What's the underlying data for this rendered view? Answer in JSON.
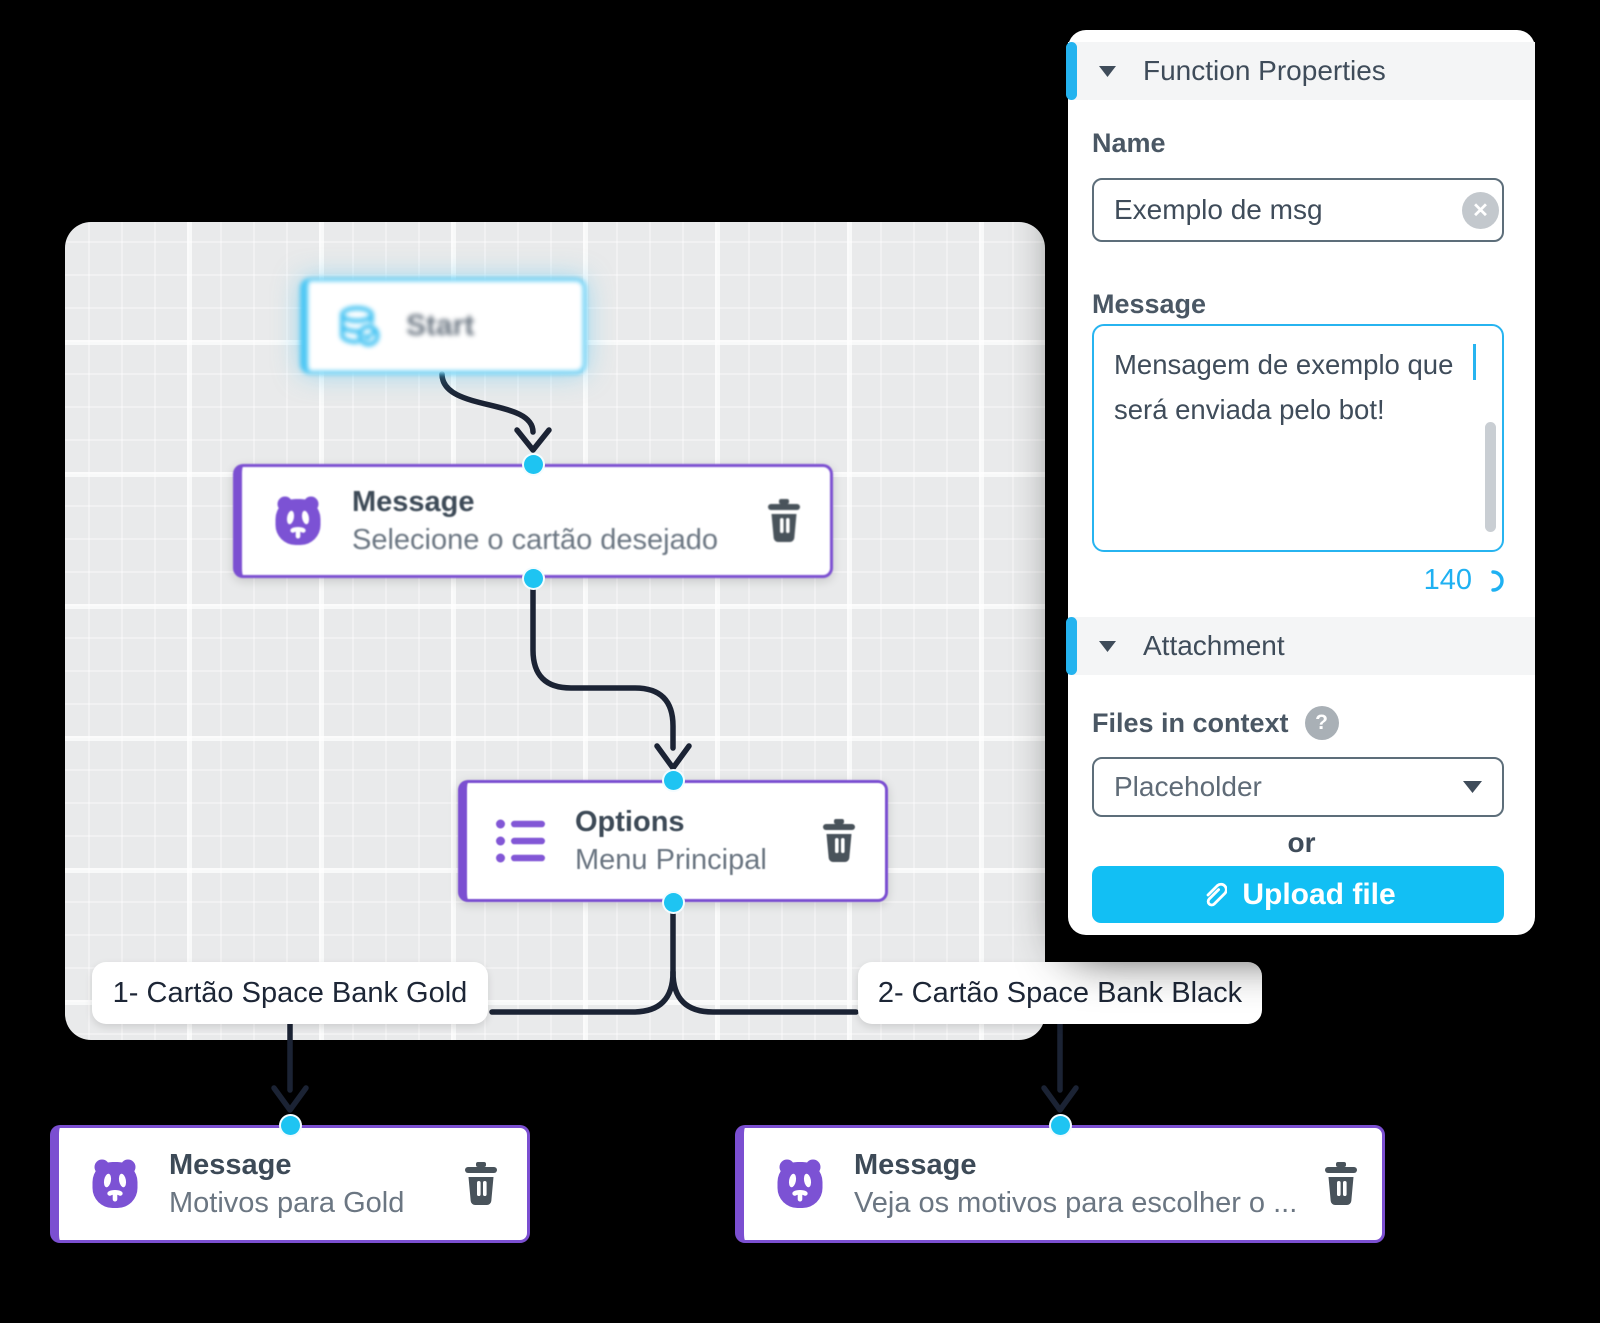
{
  "colors": {
    "accent_cyan": "#1ec4f2",
    "node_purple": "#7b4fd1",
    "connector_dark": "#1b2334",
    "canvas_gray": "#e9eaeb",
    "upload_cyan": "#12bff4"
  },
  "flow": {
    "start_label": "Start",
    "nodes": [
      {
        "type": "Message",
        "subtitle": "Selecione o cartão desejado"
      },
      {
        "type": "Options",
        "subtitle": "Menu Principal"
      },
      {
        "type": "Message",
        "subtitle": "Motivos para Gold"
      },
      {
        "type": "Message",
        "subtitle": "Veja os motivos para escolher o ..."
      }
    ],
    "branch_labels": [
      "1- Cartão Space Bank Gold",
      "2- Cartão Space Bank Black"
    ]
  },
  "panel": {
    "function_properties": {
      "title": "Function Properties",
      "name_label": "Name",
      "name_value": "Exemplo de msg",
      "message_label": "Message",
      "message_value": "Mensagem de exemplo que será enviada pelo bot!",
      "char_counter": "140"
    },
    "attachment": {
      "title": "Attachment",
      "files_label": "Files in context",
      "files_placeholder": "Placeholder",
      "or_label": "or",
      "upload_label": "Upload file"
    }
  },
  "icons": {
    "clear_glyph": "✕",
    "help_glyph": "?"
  }
}
